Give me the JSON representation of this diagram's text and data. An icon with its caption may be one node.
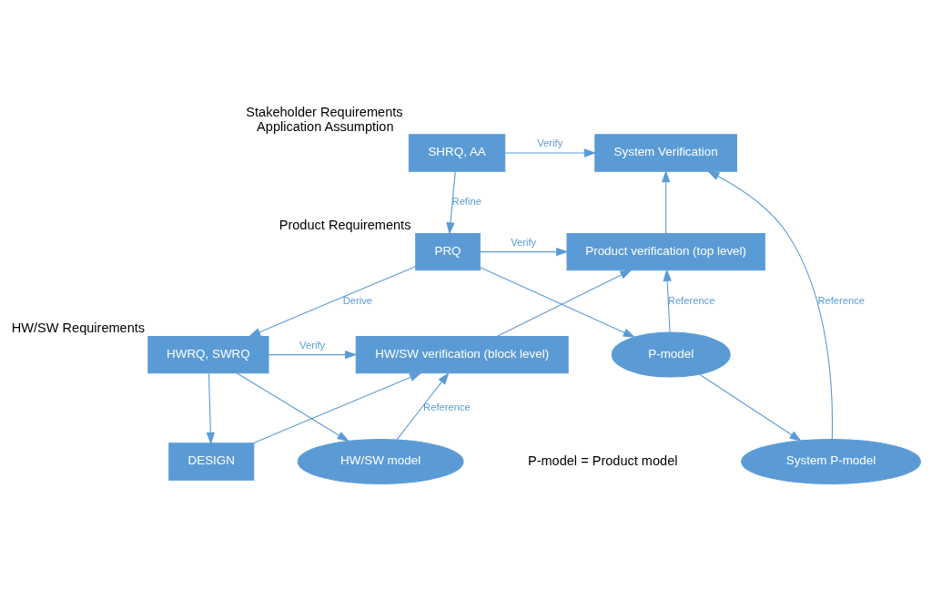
{
  "diagram": {
    "nodes": [
      {
        "text": [
          "SHRQ, AA"
        ],
        "beside": [
          "Stakeholder Requirements",
          "Application Assumption"
        ]
      },
      {
        "text": [
          "System Verification"
        ]
      },
      {
        "text": [
          "System P-model"
        ]
      },
      {
        "text": [
          "PRQ"
        ],
        "beside": [
          "Product Requirements"
        ]
      },
      {
        "text": [
          "Product verification (top level)"
        ]
      },
      {
        "text": [
          "P-model"
        ]
      },
      {
        "text": [
          "HWRQ, SWRQ"
        ],
        "beside": [
          "HW/SW Requirements"
        ]
      },
      {
        "text": [
          "HW/SW verification (block level)"
        ]
      },
      {
        "text": [
          "HW/SW model"
        ]
      },
      {
        "text": [
          "DESIGN"
        ]
      }
    ],
    "edges": [
      {
        "from": 0,
        "to": 1,
        "arrow": "to",
        "label": "Verify"
      },
      {
        "from": 0,
        "to": 3,
        "arrow": "to",
        "label": "Refine"
      },
      {
        "from": 2,
        "to": 1,
        "arrow": "to",
        "label": "Reference"
      },
      {
        "from": 3,
        "to": 4,
        "arrow": "to",
        "label": "Verify"
      },
      {
        "from": 3,
        "to": 5,
        "arrow": "to"
      },
      {
        "from": 5,
        "to": 2,
        "arrow": "to"
      },
      {
        "from": 5,
        "to": 4,
        "arrow": "to",
        "label": "Reference"
      },
      {
        "from": 3,
        "to": 6,
        "arrow": "to",
        "label": "Derive"
      },
      {
        "from": 6,
        "to": 7,
        "arrow": "to",
        "label": "Verify"
      },
      {
        "from": 6,
        "to": 8,
        "arrow": "to"
      },
      {
        "from": 8,
        "to": 7,
        "arrow": "to",
        "label": "Reference"
      },
      {
        "from": 6,
        "to": 9,
        "arrow": "to"
      },
      {
        "from": 9,
        "to": 7,
        "arrow": "to"
      },
      {
        "from": 7,
        "to": 4,
        "arrow": "to"
      },
      {
        "from": 4,
        "to": 1,
        "arrow": "to"
      }
    ],
    "labels": [
      "P-model = Product model"
    ]
  }
}
